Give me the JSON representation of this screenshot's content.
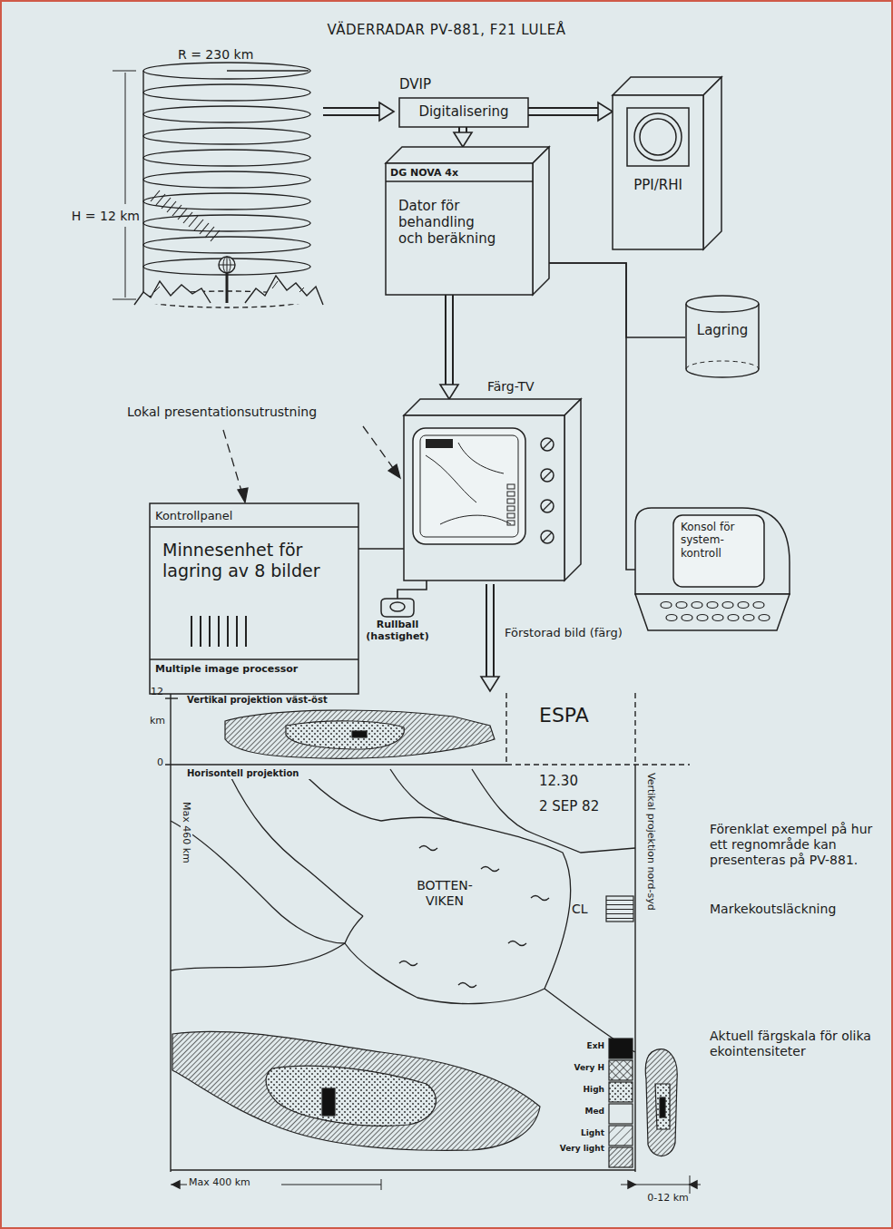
{
  "diagram": {
    "title": "VÄDERRADAR PV-881, F21 LULEÅ",
    "nodes": [
      {
        "text": [
          "DVIP",
          "Digitalisering"
        ]
      },
      {
        "text": [
          "PPI/RHI"
        ]
      },
      {
        "text": [
          "DG NOVA 4x",
          "Dator för behandling och beräkning"
        ]
      },
      {
        "text": [
          "Lagring"
        ]
      },
      {
        "text": [
          "Färg-TV"
        ]
      },
      {
        "text": [
          "Kontrollpanel",
          "Minnesenhet för lagring av 8 bilder",
          "Multiple image processor"
        ]
      },
      {
        "text": [
          "Rullball (hastighet)"
        ]
      },
      {
        "text": [
          "Konsol för system-kontroll"
        ]
      }
    ],
    "edges": [
      {
        "from": 0,
        "to": 1,
        "arrow": "to"
      },
      {
        "from": 0,
        "to": 2,
        "arrow": "to"
      },
      {
        "from": 2,
        "to": 4,
        "arrow": "to"
      },
      {
        "from": 2,
        "to": 3,
        "arrow": "none"
      },
      {
        "from": 2,
        "to": 7,
        "arrow": "none"
      },
      {
        "from": 4,
        "to": 5,
        "arrow": "none"
      },
      {
        "from": 4,
        "to": 6,
        "arrow": "none"
      }
    ],
    "labels": [
      "R = 230 km",
      "H = 12 km",
      "Lokal presentationsutrustning",
      "Förstorad bild (färg)",
      "12",
      "km",
      "0",
      "Vertikal projektion väst-öst",
      "Horisontell projektion",
      "Max 460 km",
      "Vertikal projektion nord-syd",
      "ESPA",
      "12.30",
      "2 SEP 82",
      "BOTTEN-VIKEN",
      "CL",
      "Max 400 km",
      "0-12 km",
      "Förenklat exempel på hur ett regnområde kan presenteras på PV-881.",
      "Markekoutsläckning",
      "Aktuell färgskala för olika ekointensiteter"
    ],
    "legend": [
      {
        "text": "ExH",
        "color": "#111111"
      },
      {
        "text": "Very H"
      },
      {
        "text": "High"
      },
      {
        "text": "Med"
      },
      {
        "text": "Light"
      },
      {
        "text": "Very light"
      }
    ]
  }
}
